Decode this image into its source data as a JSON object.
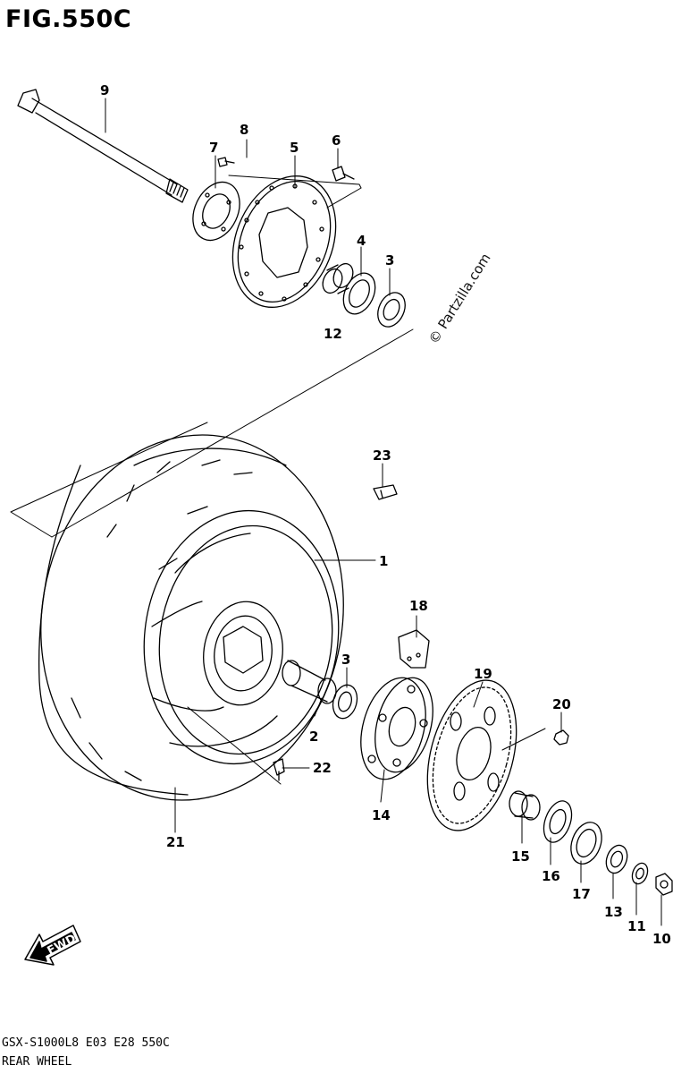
{
  "figure": {
    "title": "FIG.550C",
    "model_code": "GSX-S1000L8  E03  E28  550C",
    "name": "REAR WHEEL",
    "watermark": "© Partzilla.com",
    "fwd_label": "FWD"
  },
  "callouts": [
    "1",
    "2",
    "3",
    "3",
    "4",
    "5",
    "6",
    "7",
    "8",
    "9",
    "10",
    "11",
    "12",
    "13",
    "14",
    "15",
    "16",
    "17",
    "18",
    "19",
    "20",
    "21",
    "22",
    "23"
  ]
}
